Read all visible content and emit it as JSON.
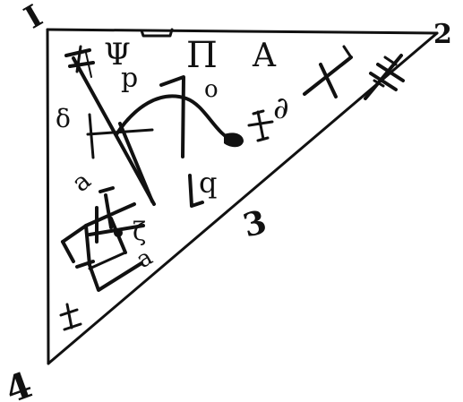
{
  "corner_labels": {
    "top_left": "I",
    "top_right": "2",
    "hypotenuse": "3",
    "bottom_left": "4"
  },
  "glyphs": {
    "psi": "Ψ",
    "rho": "p",
    "pi_symbol": "Π",
    "alpha_capital": "A",
    "circle_small": "o",
    "delta_script": "∂",
    "delta_left": "δ",
    "a_left": "a",
    "a_bottom": "a",
    "q_mark": "q",
    "zeta_mark": "ζ"
  },
  "colors": {
    "ink": "#111111",
    "paper": "#ffffff"
  }
}
